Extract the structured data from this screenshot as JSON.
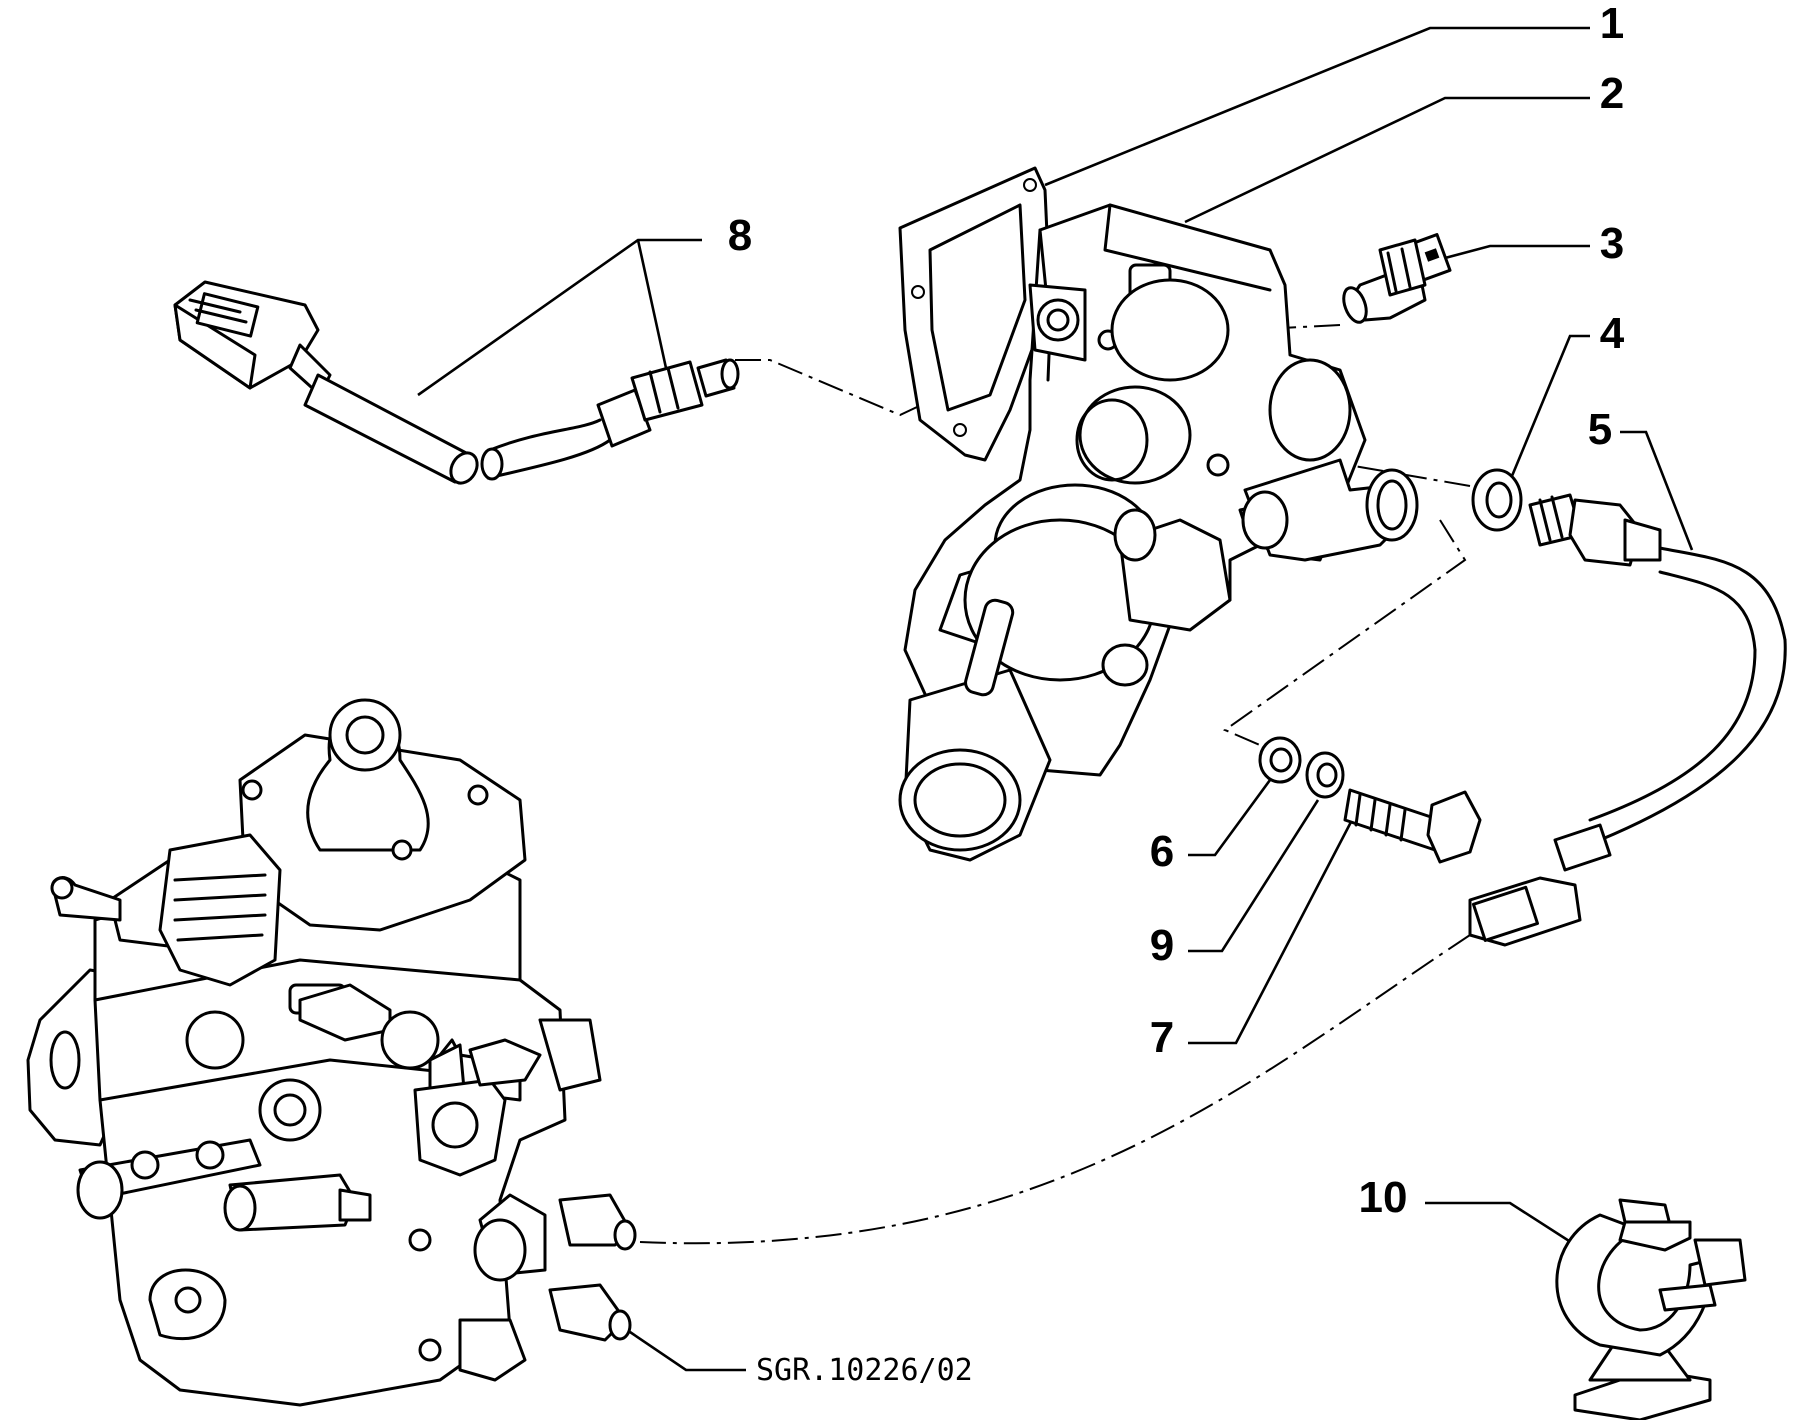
{
  "callouts": [
    "1",
    "2",
    "3",
    "4",
    "5",
    "6",
    "7",
    "8",
    "9",
    "10"
  ],
  "drawing_reference": "SGR.10226/02",
  "parts": [
    "gasket-1",
    "thermostat-housing-2",
    "temperature-sender-3",
    "sealing-washer-4",
    "temperature-sensor-5",
    "washer-6",
    "bolt-7",
    "temperature-sensor-8",
    "washer-9",
    "cable-clip-10",
    "injection-pump"
  ]
}
